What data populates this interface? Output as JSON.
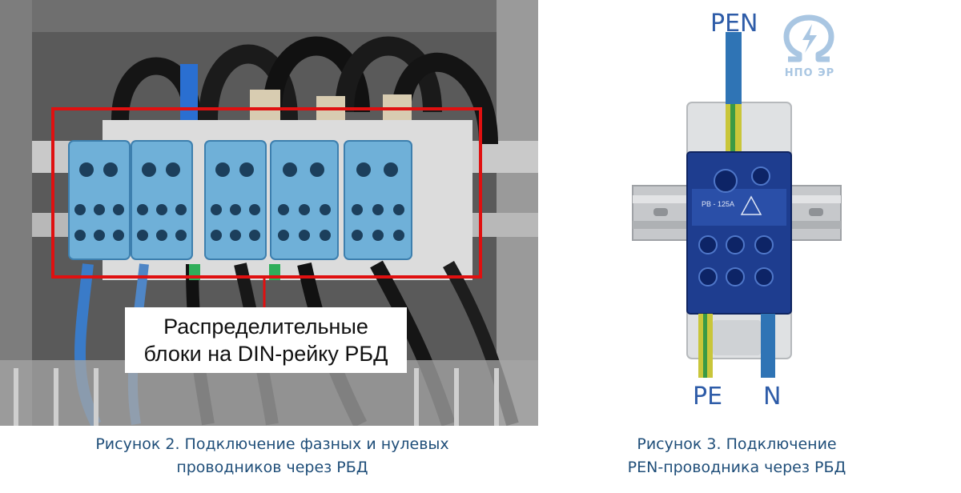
{
  "figure2": {
    "callout_line1": "Распределительные",
    "callout_line2": "блоки на DIN-рейку РБД",
    "caption_line1": "Рисунок 2. Подключение фазных и нулевых",
    "caption_line2": "проводников через РБД"
  },
  "figure3": {
    "label_pen": "PEN",
    "label_pe": "PE",
    "label_n": "N",
    "caption_line1": "Рисунок 3. Подключение",
    "caption_line2": "PEN-проводника через РБД",
    "block_marking": "PB - 125A"
  },
  "logo": {
    "text": "НПО ЭР",
    "icon": "omega-lightning-icon"
  },
  "colors": {
    "caption": "#1f4e79",
    "wire_label": "#2e5ca8",
    "highlight_frame": "#e01010",
    "block_blue": "#1e3d8f",
    "logo": "#a9c6e2"
  }
}
